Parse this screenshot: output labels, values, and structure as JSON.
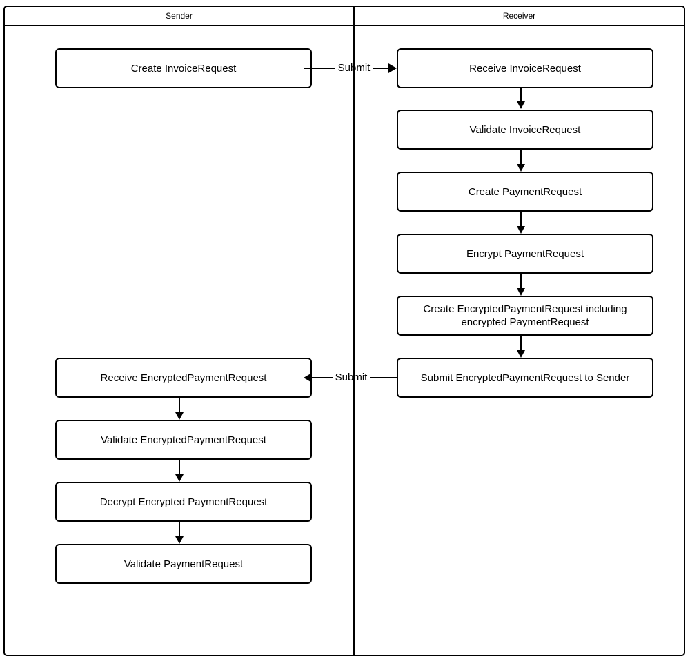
{
  "lanes": {
    "sender": {
      "title": "Sender"
    },
    "receiver": {
      "title": "Receiver"
    }
  },
  "nodes": {
    "sender": [
      {
        "label": "Create InvoiceRequest"
      },
      {
        "label": "Receive EncryptedPaymentRequest"
      },
      {
        "label": "Validate EncryptedPaymentRequest"
      },
      {
        "label": "Decrypt Encrypted PaymentRequest"
      },
      {
        "label": "Validate PaymentRequest"
      }
    ],
    "receiver": [
      {
        "label": "Receive InvoiceRequest"
      },
      {
        "label": "Validate InvoiceRequest"
      },
      {
        "label": "Create PaymentRequest"
      },
      {
        "label": "Encrypt PaymentRequest"
      },
      {
        "label": "Create EncryptedPaymentRequest including encrypted PaymentRequest"
      },
      {
        "label": "Submit EncryptedPaymentRequest to Sender"
      }
    ]
  },
  "edges": {
    "submit_invoice": {
      "label": "Submit"
    },
    "submit_payment": {
      "label": "Submit"
    }
  },
  "colors": {
    "line": "#000000",
    "background": "#ffffff"
  }
}
